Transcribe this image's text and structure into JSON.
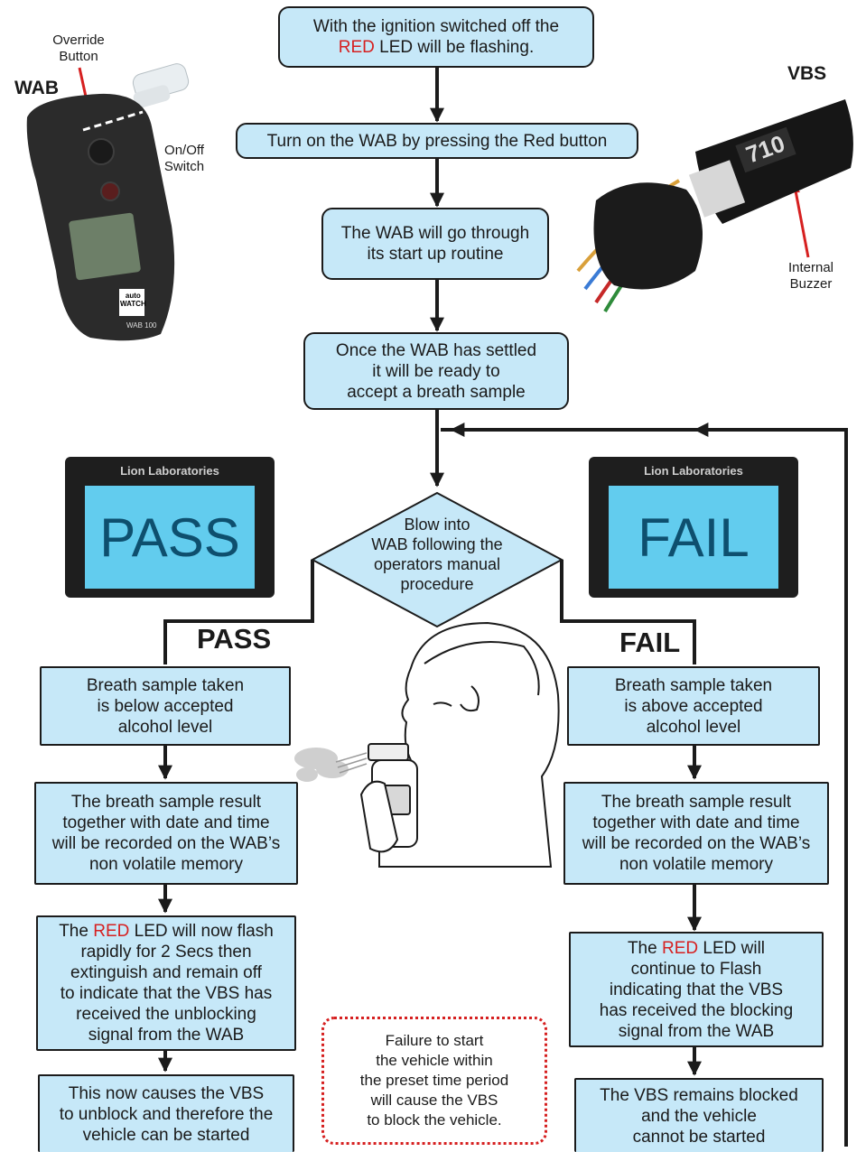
{
  "labels": {
    "wab": "WAB",
    "override": "Override\nButton",
    "onoff": "On/Off\nSwitch",
    "vbs": "VBS",
    "buzzer": "Internal\nBuzzer",
    "pass_branch": "PASS",
    "fail_branch": "FAIL"
  },
  "device": {
    "brand": "auto\nWATCH",
    "model": "WAB 100",
    "vbs_unit": "710"
  },
  "screens": {
    "pass": {
      "header": "Lion Laboratories",
      "text": "PASS"
    },
    "fail": {
      "header": "Lion Laboratories",
      "text": "FAIL"
    }
  },
  "steps": {
    "s1_a": "With the ignition switched off the",
    "s1_red": "RED",
    "s1_b": " LED will be flashing.",
    "s2": "Turn on the WAB by pressing the Red button",
    "s3": "The WAB will go through\nits start up routine",
    "s4": "Once the WAB has settled\nit will be ready to\naccept a breath sample",
    "decision": "Blow into\nWAB following the\noperators manual\nprocedure"
  },
  "pass": {
    "p1": "Breath sample taken\nis below accepted\nalcohol level",
    "p2": "The breath sample result\ntogether with date and time\nwill be recorded on the WAB’s\nnon volatile memory",
    "p3_a": "The ",
    "p3_red": "RED",
    "p3_b": " LED will now flash\nrapidly for 2 Secs then\nextinguish and remain off\nto indicate that the VBS has\nreceived the unblocking\nsignal from the WAB",
    "p4": "This now causes the VBS\nto unblock and therefore the\nvehicle can be started"
  },
  "fail": {
    "f1": "Breath sample taken\nis above accepted\nalcohol level",
    "f2": "The breath sample result\ntogether with date and time\nwill be recorded on the WAB’s\nnon volatile memory",
    "f3_a": "The ",
    "f3_red": "RED",
    "f3_b": " LED will\ncontinue to Flash\nindicating that the VBS\nhas received the blocking\nsignal from the WAB",
    "f4": "The VBS remains blocked\nand the vehicle\ncannot be started"
  },
  "note": "Failure to start\nthe vehicle within\nthe preset time period\nwill cause the VBS\nto block the vehicle.",
  "colors": {
    "box_fill": "#c6e8f8",
    "accent_red": "#d62020",
    "lcd": "#62ccee"
  }
}
